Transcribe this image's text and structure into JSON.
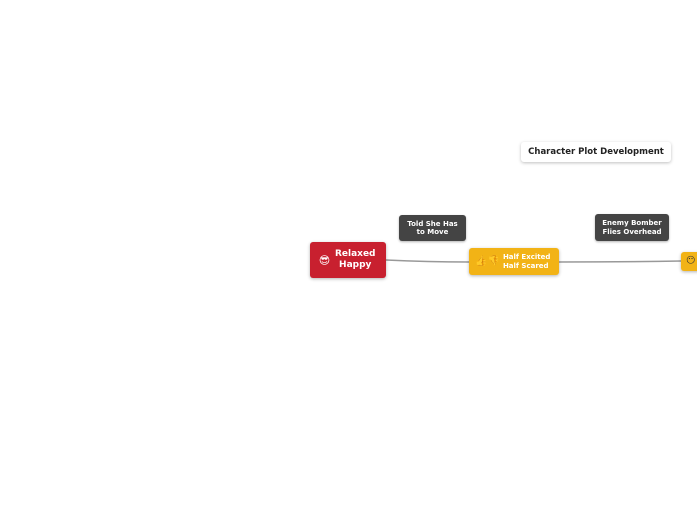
{
  "title": "Character Plot Development",
  "events": [
    {
      "text": "Told She Has to Move"
    },
    {
      "text": "Enemy Bomber Flies Overhead"
    }
  ],
  "states": [
    {
      "emoji": "😎",
      "text": "Relaxed Happy"
    },
    {
      "emoji": "👍👎",
      "text": "Half Excited Half Scared"
    },
    {
      "emoji": "😶",
      "text": ""
    }
  ],
  "colors": {
    "happy": "#c8202f",
    "excited": "#f2b316",
    "event": "#444444",
    "link": "#999999"
  }
}
